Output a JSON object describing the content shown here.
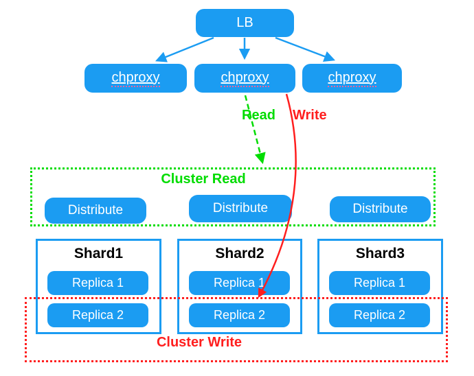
{
  "colors": {
    "node_blue": "#1b9cf2",
    "read_green": "#00dc00",
    "write_red": "#ff1e1e",
    "node_text": "#ffffff",
    "shard_title_text": "#000000"
  },
  "lb": {
    "label": "LB"
  },
  "proxies": [
    {
      "label": "chproxy"
    },
    {
      "label": "chproxy"
    },
    {
      "label": "chproxy"
    }
  ],
  "flows": {
    "read_label": "Read",
    "write_label": "Write"
  },
  "cluster_read": {
    "title": "Cluster Read",
    "distributes": [
      "Distribute",
      "Distribute",
      "Distribute"
    ]
  },
  "shards": [
    {
      "title": "Shard1",
      "replicas": [
        "Replica 1",
        "Replica 2"
      ]
    },
    {
      "title": "Shard2",
      "replicas": [
        "Replica 1",
        "Replica 2"
      ]
    },
    {
      "title": "Shard3",
      "replicas": [
        "Replica 1",
        "Replica 2"
      ]
    }
  ],
  "cluster_write": {
    "title": "Cluster Write"
  }
}
